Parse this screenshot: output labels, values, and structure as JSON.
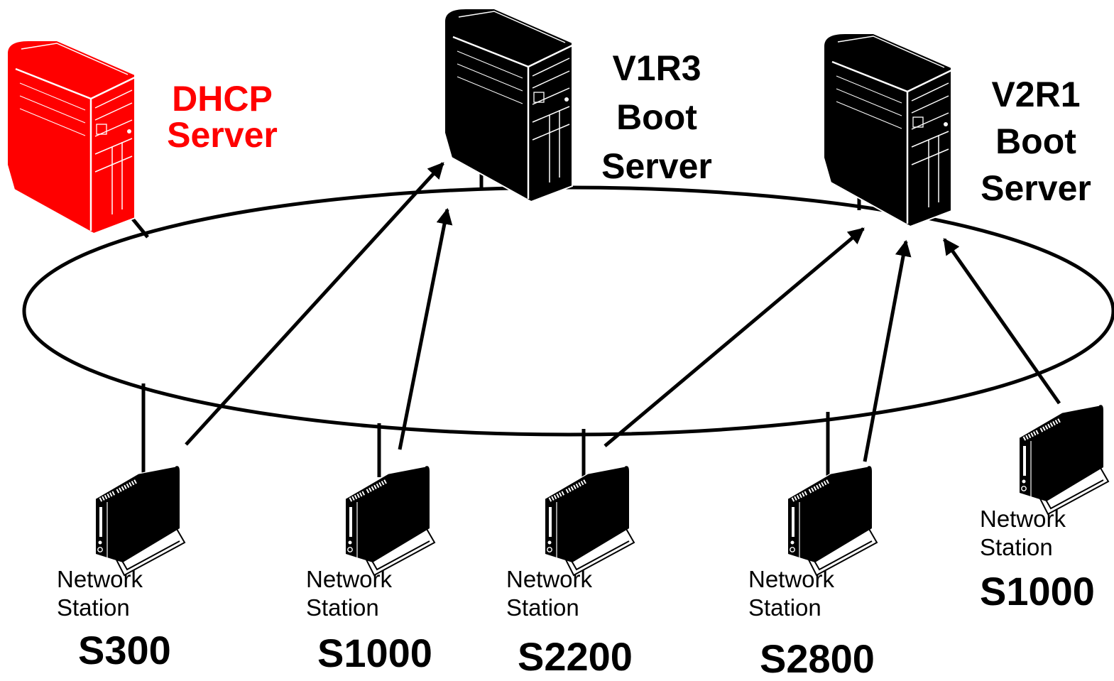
{
  "colors": {
    "dhcp": "#ff0000",
    "ink": "#000000",
    "background": "#ffffff"
  },
  "servers": [
    {
      "id": "dhcp",
      "line1": "DHCP",
      "line2": "Server",
      "line3": "",
      "color": "#ff0000",
      "icon": "tower-server-icon"
    },
    {
      "id": "v1r3",
      "line1": "V1R3",
      "line2": "Boot",
      "line3": "Server",
      "color": "#000000",
      "icon": "tower-server-icon"
    },
    {
      "id": "v2r1",
      "line1": "V2R1",
      "line2": "Boot",
      "line3": "Server",
      "color": "#000000",
      "icon": "tower-server-icon"
    }
  ],
  "stations": [
    {
      "line1": "Network",
      "line2": "Station",
      "model": "S300",
      "icon": "network-station-icon"
    },
    {
      "line1": "Network",
      "line2": "Station",
      "model": "S1000",
      "icon": "network-station-icon"
    },
    {
      "line1": "Network",
      "line2": "Station",
      "model": "S2200",
      "icon": "network-station-icon"
    },
    {
      "line1": "Network",
      "line2": "Station",
      "model": "S2800",
      "icon": "network-station-icon"
    },
    {
      "line1": "Network",
      "line2": "Station",
      "model": "S1000",
      "icon": "network-station-icon"
    }
  ],
  "network": {
    "shape": "ring",
    "icon": "network-ring"
  },
  "connections": [
    {
      "from": "S300",
      "to": "V1R3 Boot Server"
    },
    {
      "from": "S1000",
      "to": "V1R3 Boot Server"
    },
    {
      "from": "S2200",
      "to": "V2R1 Boot Server"
    },
    {
      "from": "S2800",
      "to": "V2R1 Boot Server"
    },
    {
      "from": "S1000",
      "to": "V2R1 Boot Server"
    }
  ]
}
